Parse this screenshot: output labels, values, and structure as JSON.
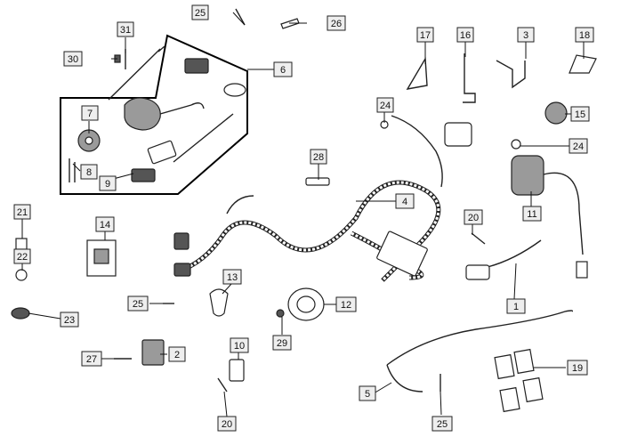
{
  "diagram": {
    "callouts": [
      {
        "id": "c1",
        "label": "1"
      },
      {
        "id": "c2",
        "label": "2"
      },
      {
        "id": "c3",
        "label": "3"
      },
      {
        "id": "c4",
        "label": "4"
      },
      {
        "id": "c5",
        "label": "5"
      },
      {
        "id": "c6",
        "label": "6"
      },
      {
        "id": "c7",
        "label": "7"
      },
      {
        "id": "c8",
        "label": "8"
      },
      {
        "id": "c9",
        "label": "9"
      },
      {
        "id": "c10",
        "label": "10"
      },
      {
        "id": "c11",
        "label": "11"
      },
      {
        "id": "c12",
        "label": "12"
      },
      {
        "id": "c13",
        "label": "13"
      },
      {
        "id": "c14",
        "label": "14"
      },
      {
        "id": "c15",
        "label": "15"
      },
      {
        "id": "c16",
        "label": "16"
      },
      {
        "id": "c17",
        "label": "17"
      },
      {
        "id": "c18",
        "label": "18"
      },
      {
        "id": "c19",
        "label": "19"
      },
      {
        "id": "c20a",
        "label": "20"
      },
      {
        "id": "c20b",
        "label": "20"
      },
      {
        "id": "c21",
        "label": "21"
      },
      {
        "id": "c22",
        "label": "22"
      },
      {
        "id": "c23",
        "label": "23"
      },
      {
        "id": "c24a",
        "label": "24"
      },
      {
        "id": "c24b",
        "label": "24"
      },
      {
        "id": "c25a",
        "label": "25"
      },
      {
        "id": "c25b",
        "label": "25"
      },
      {
        "id": "c25c",
        "label": "25"
      },
      {
        "id": "c26",
        "label": "26"
      },
      {
        "id": "c27",
        "label": "27"
      },
      {
        "id": "c28",
        "label": "28"
      },
      {
        "id": "c29",
        "label": "29"
      },
      {
        "id": "c30",
        "label": "30"
      },
      {
        "id": "c31",
        "label": "31"
      }
    ]
  }
}
